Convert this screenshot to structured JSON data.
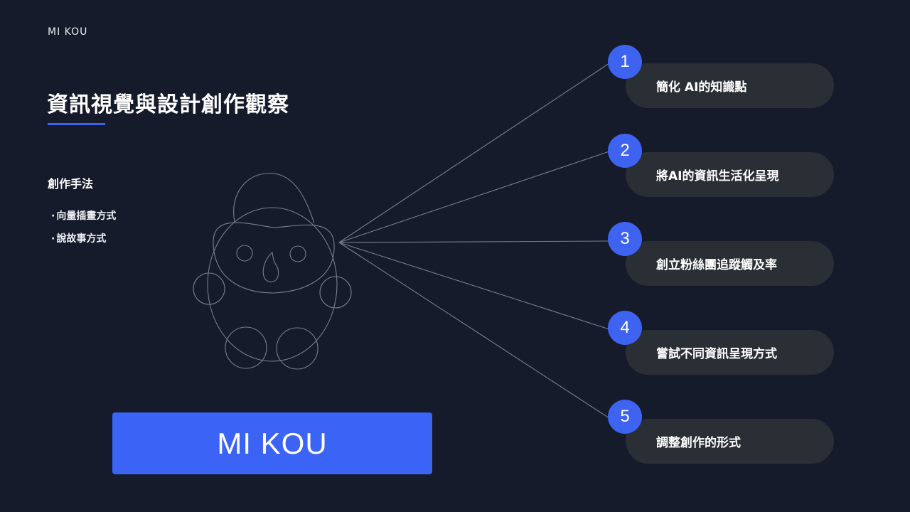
{
  "brand": "MI KOU",
  "title": "資訊視覺與設計創作觀察",
  "methods": {
    "heading": "創作手法",
    "items": [
      "向量插畫方式",
      "說故事方式"
    ]
  },
  "cta_label": "MI KOU",
  "steps": [
    {
      "number": "1",
      "label": "簡化 AI的知識點"
    },
    {
      "number": "2",
      "label": "將AI的資訊生活化呈現"
    },
    {
      "number": "3",
      "label": "創立粉絲團追蹤觸及率"
    },
    {
      "number": "4",
      "label": "嘗試不同資訊呈現方式"
    },
    {
      "number": "5",
      "label": "調整創作的形式"
    }
  ],
  "colors": {
    "background": "#151b2a",
    "accent": "#3d63f0",
    "pill": "#2a2f35"
  }
}
